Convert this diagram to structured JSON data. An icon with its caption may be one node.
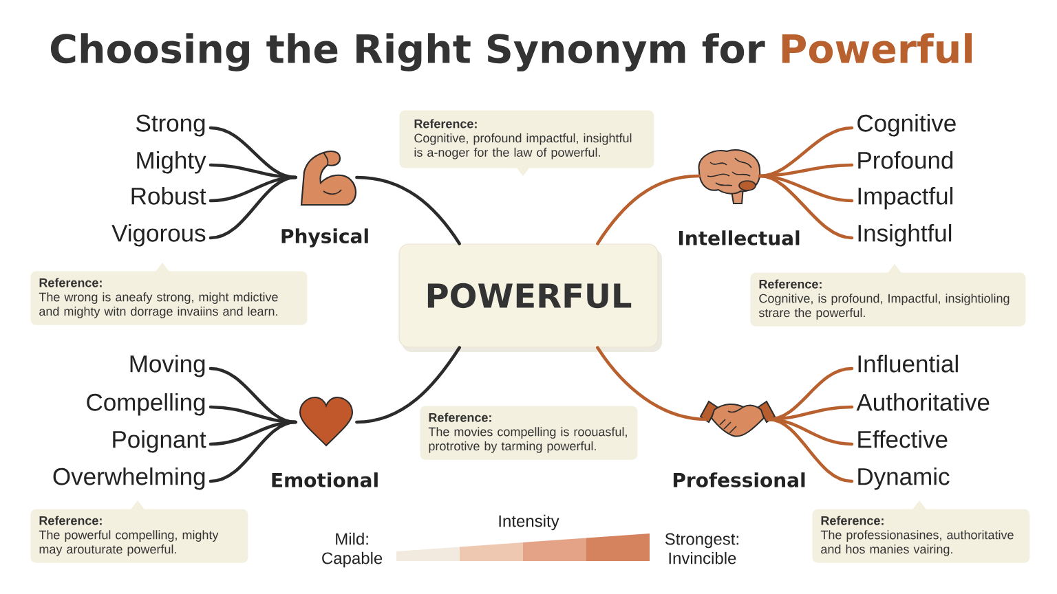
{
  "diagram": {
    "title": "Choosing the Right Synonym for Powerful",
    "nodes": [
      {
        "text": [
          "POWERFUL"
        ]
      },
      {
        "text": [],
        "shape": "picture",
        "beside": [
          "Physical"
        ]
      },
      {
        "text": [
          "Strong"
        ]
      },
      {
        "text": [
          "Mighty"
        ]
      },
      {
        "text": [
          "Robust"
        ]
      },
      {
        "text": [
          "Vigorous"
        ]
      },
      {
        "text": [
          "Reference:",
          "The wrong is aneafy strong, might mdictive and mighty witn dorrage invaiins and learn."
        ]
      },
      {
        "text": [
          "Reference:",
          "Cognitive, profound impactful, insightful is a-noger for the law of powerful."
        ]
      },
      {
        "text": [],
        "shape": "picture",
        "beside": [
          "Intellectual"
        ]
      },
      {
        "text": [
          "Cognitive"
        ]
      },
      {
        "text": [
          "Profound"
        ]
      },
      {
        "text": [
          "Impactful"
        ]
      },
      {
        "text": [
          "Insightful"
        ]
      },
      {
        "text": [
          "Reference:",
          "Cognitive, is profound, Impactful, insightioling strare the powerful."
        ]
      },
      {
        "text": [],
        "shape": "picture",
        "beside": [
          "Emotional"
        ]
      },
      {
        "text": [
          "Moving"
        ]
      },
      {
        "text": [
          "Compelling"
        ]
      },
      {
        "text": [
          "Poignant"
        ]
      },
      {
        "text": [
          "Overwhelming"
        ]
      },
      {
        "text": [
          "Reference:",
          "The powerful compelling, mighty may arouturate powerful."
        ]
      },
      {
        "text": [
          "Reference:",
          "The movies compelling is roouasful, protrotive by tarming powerful."
        ]
      },
      {
        "text": [],
        "shape": "picture",
        "beside": [
          "Professional"
        ]
      },
      {
        "text": [
          "Influential"
        ]
      },
      {
        "text": [
          "Authoritative"
        ]
      },
      {
        "text": [
          "Effective"
        ]
      },
      {
        "text": [
          "Dynamic"
        ]
      },
      {
        "text": [
          "Reference:",
          "The professionasines, authoritative and hos manies vairing."
        ]
      }
    ],
    "edges": [
      {
        "from": 0,
        "to": 1,
        "arrow": "none"
      },
      {
        "from": 1,
        "to": 2,
        "arrow": "none"
      },
      {
        "from": 1,
        "to": 3,
        "arrow": "none"
      },
      {
        "from": 1,
        "to": 4,
        "arrow": "none"
      },
      {
        "from": 1,
        "to": 5,
        "arrow": "none"
      },
      {
        "from": 0,
        "to": 8,
        "arrow": "none",
        "color": "#b9602f"
      },
      {
        "from": 8,
        "to": 9,
        "arrow": "none",
        "color": "#b9602f"
      },
      {
        "from": 8,
        "to": 10,
        "arrow": "none",
        "color": "#b9602f"
      },
      {
        "from": 8,
        "to": 11,
        "arrow": "none",
        "color": "#b9602f"
      },
      {
        "from": 8,
        "to": 12,
        "arrow": "none",
        "color": "#b9602f"
      },
      {
        "from": 0,
        "to": 14,
        "arrow": "none"
      },
      {
        "from": 14,
        "to": 15,
        "arrow": "none"
      },
      {
        "from": 14,
        "to": 16,
        "arrow": "none"
      },
      {
        "from": 14,
        "to": 17,
        "arrow": "none"
      },
      {
        "from": 14,
        "to": 18,
        "arrow": "none"
      },
      {
        "from": 0,
        "to": 21,
        "arrow": "none",
        "color": "#b9602f"
      },
      {
        "from": 21,
        "to": 22,
        "arrow": "none",
        "color": "#b9602f"
      },
      {
        "from": 21,
        "to": 23,
        "arrow": "none",
        "color": "#b9602f"
      },
      {
        "from": 21,
        "to": 24,
        "arrow": "none",
        "color": "#b9602f"
      },
      {
        "from": 21,
        "to": 25,
        "arrow": "none",
        "color": "#b9602f"
      }
    ],
    "labels": [
      "Intensity",
      "Mild: Capable",
      "Strongest: Invincible"
    ]
  }
}
